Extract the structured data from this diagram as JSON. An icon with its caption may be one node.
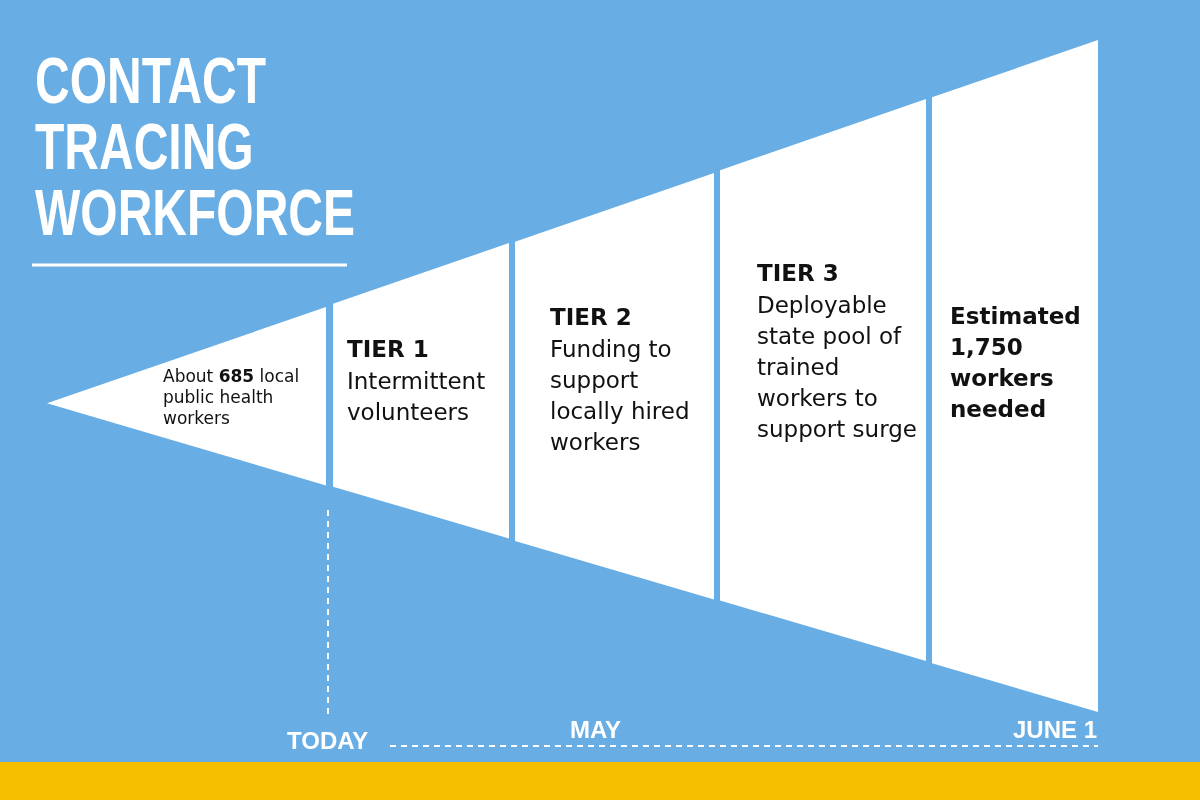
{
  "diagram": {
    "title": "CONTACT TRACING WORKFORCE",
    "nodes": [
      {
        "text": [
          "About **685** local public health workers"
        ]
      },
      {
        "text": [
          "TIER 1",
          "Intermittent volunteers"
        ]
      },
      {
        "text": [
          "TIER 2",
          "Funding to support locally hired workers"
        ]
      },
      {
        "text": [
          "TIER 3",
          "Deployable state pool of trained workers to support surge"
        ]
      },
      {
        "text": [
          "Estimated 1,750 workers needed"
        ]
      }
    ],
    "labels": [
      "TODAY",
      "MAY",
      "JUNE 1"
    ]
  }
}
